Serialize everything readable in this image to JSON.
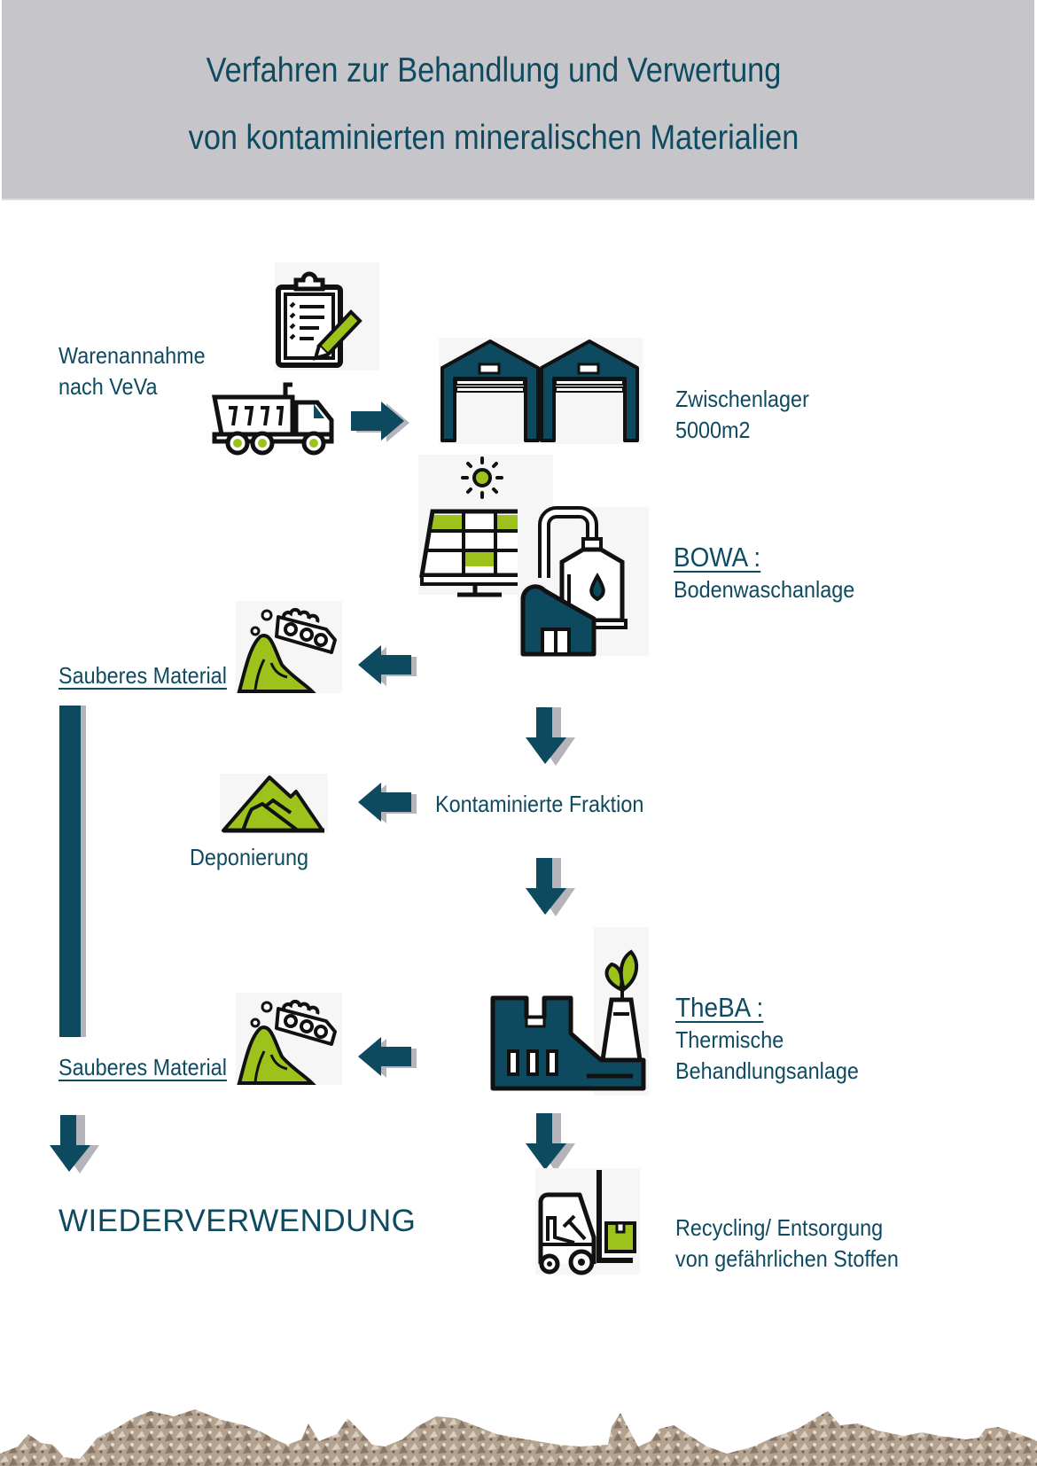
{
  "header": {
    "title_line1": "Verfahren zur Behandlung und Verwertung",
    "title_line2": "von kontaminierten mineralischen Materialien"
  },
  "colors": {
    "primary": "#0d4a60",
    "accent_green": "#9dc21b",
    "shadow_gray": "#b4b4ba",
    "header_bg": "#c6c6ca"
  },
  "steps": {
    "intake": {
      "line1": "Warenannahme",
      "line2": "nach VeVa",
      "icons": [
        "clipboard-checklist-icon",
        "dump-truck-icon"
      ]
    },
    "storage": {
      "line1": "Zwischenlager",
      "line2": "5000m2",
      "icon": "warehouse-icon"
    },
    "bowa": {
      "title": "BOWA :",
      "subtitle": "Bodenwaschanlage",
      "icon": "soil-washing-plant-icon"
    },
    "clean_material_1": {
      "label": "Sauberes Material",
      "icon": "conveyor-pile-icon"
    },
    "contaminated": {
      "label": "Kontaminierte Fraktion"
    },
    "landfill": {
      "label": "Deponierung",
      "icon": "mountain-landfill-icon"
    },
    "theba": {
      "title": "TheBA :",
      "line1": "Thermische",
      "line2": "Behandlungsanlage",
      "icon": "eco-factory-icon"
    },
    "clean_material_2": {
      "label": "Sauberes Material",
      "icon": "conveyor-pile-icon"
    },
    "reuse": {
      "label": "WIEDERVERWENDUNG"
    },
    "recycling": {
      "line1": "Recycling/ Entsorgung",
      "line2": "von gefährlichen Stoffen",
      "icon": "forklift-icon"
    }
  }
}
